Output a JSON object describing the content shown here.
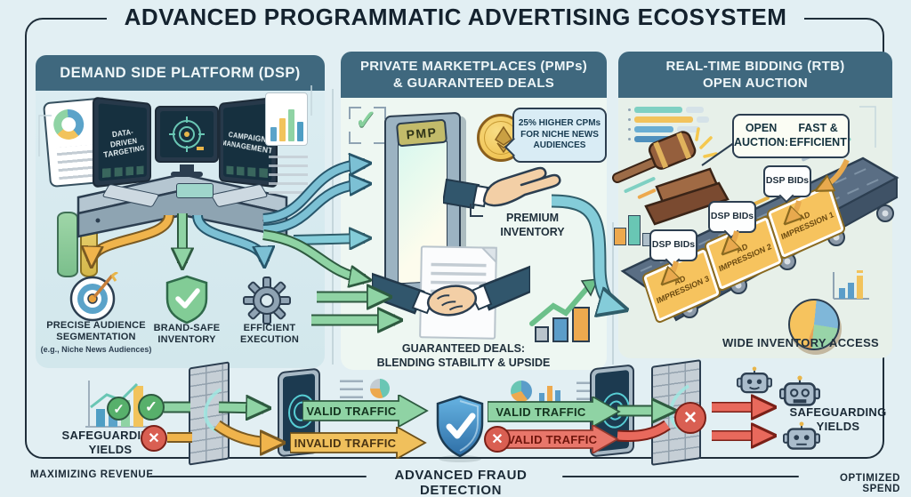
{
  "title": "ADVANCED PROGRAMMATIC ADVERTISING ECOSYSTEM",
  "icons": {
    "check": "✓",
    "cross": "✕"
  },
  "colors": {
    "background": "#e2eff3",
    "header_bar": "#3f687e",
    "navy_ink": "#1f2e3a",
    "valid_green": "#8fd3a4",
    "invalid_yellow": "#f0c05c",
    "invalid_red": "#e8695c",
    "teal_flow": "#84ccd9",
    "card_orange": "#f6c35e",
    "shield_blue": "#3f8cc4",
    "coin_gold": "#f2c24e"
  },
  "columns": {
    "dsp": {
      "header": "DEMAND SIDE PLATFORM (DSP)",
      "monitor_left": "DATA-DRIVEN TARGETING",
      "monitor_right": "CAMPAIGN MANAGEMENT",
      "features": [
        {
          "label": "PRECISE AUDIENCE SEGMENTATION",
          "sub": "(e.g., Niche News Audiences)"
        },
        {
          "label": "BRAND-SAFE INVENTORY"
        },
        {
          "label": "EFFICIENT EXECUTION"
        }
      ]
    },
    "pmp": {
      "header_line1": "PRIVATE MARKETPLACES (PMPs)",
      "header_line2": "& GUARANTEED DEALS",
      "badge": "PMP",
      "cpm_callout": "25% HIGHER CPMs FOR NICHE NEWS AUDIENCES",
      "premium_label": "PREMIUM INVENTORY",
      "deals_line1": "GUARANTEED DEALS:",
      "deals_line2": "BLENDING STABILITY & UPSIDE"
    },
    "rtb": {
      "header_line1": "REAL-TIME BIDDING (RTB)",
      "header_line2": "OPEN AUCTION",
      "callout_line1": "OPEN AUCTION:",
      "callout_line2": "FAST & EFFICIENT",
      "bid_label": "DSP BIDs",
      "impressions": [
        "AD IMPRESSION 1",
        "AD IMPRESSION 2",
        "AD IMPRESSION 3"
      ],
      "access_label": "WIDE INVENTORY ACCESS"
    }
  },
  "fraud_band": {
    "left_label": "SAFEGUARDING YIELDS",
    "valid_label": "VALID TRAFFIC",
    "invalid_label": "INVALID TRAFFIC",
    "right_label": "SAFEGUARDING YIELDS"
  },
  "footer": {
    "left": "MAXIMIZING REVENUE",
    "center": "ADVANCED FRAUD DETECTION",
    "right": "OPTIMIZED SPEND"
  }
}
